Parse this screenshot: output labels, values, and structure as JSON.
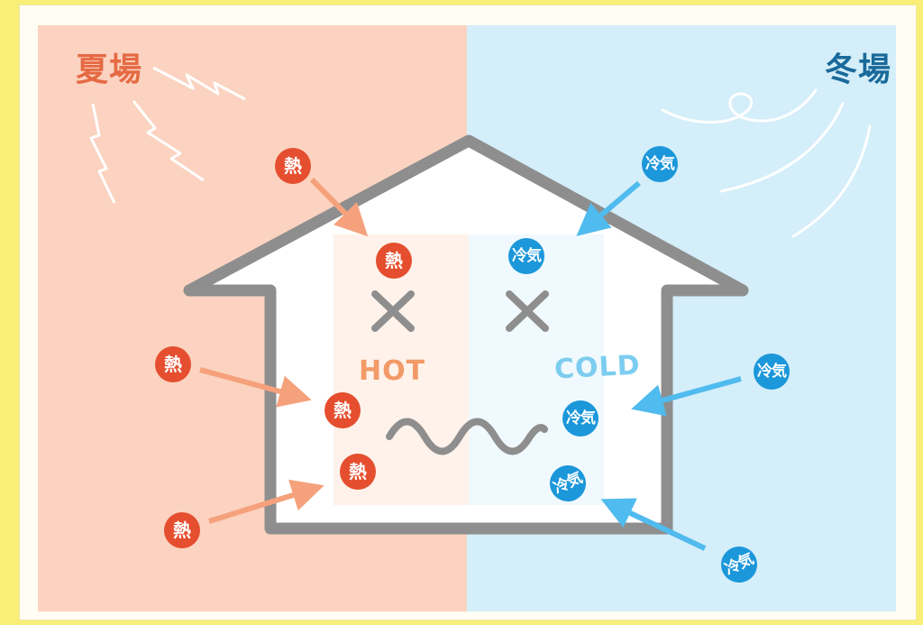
{
  "seasons": {
    "summer_label": "夏場",
    "winter_label": "冬場"
  },
  "house": {
    "hot_word": "HOT",
    "cold_word": "COLD"
  },
  "heat_badge_text": "熱",
  "cold_badge_text": "冷気",
  "colors": {
    "summer_bg": "#fbd3c0",
    "winter_bg": "#d4eefa",
    "heat": "#e54e2e",
    "heat_arrow": "#f5a17c",
    "cold": "#1b97da",
    "cold_arrow": "#4fbbee",
    "house_outline": "#8e8e8e",
    "page_border": "#f9ef78"
  },
  "icons": [
    "lightning-bolt-icon",
    "wind-swirl-icon",
    "cross-mark-icon",
    "wavy-line-icon",
    "arrow-icon"
  ]
}
